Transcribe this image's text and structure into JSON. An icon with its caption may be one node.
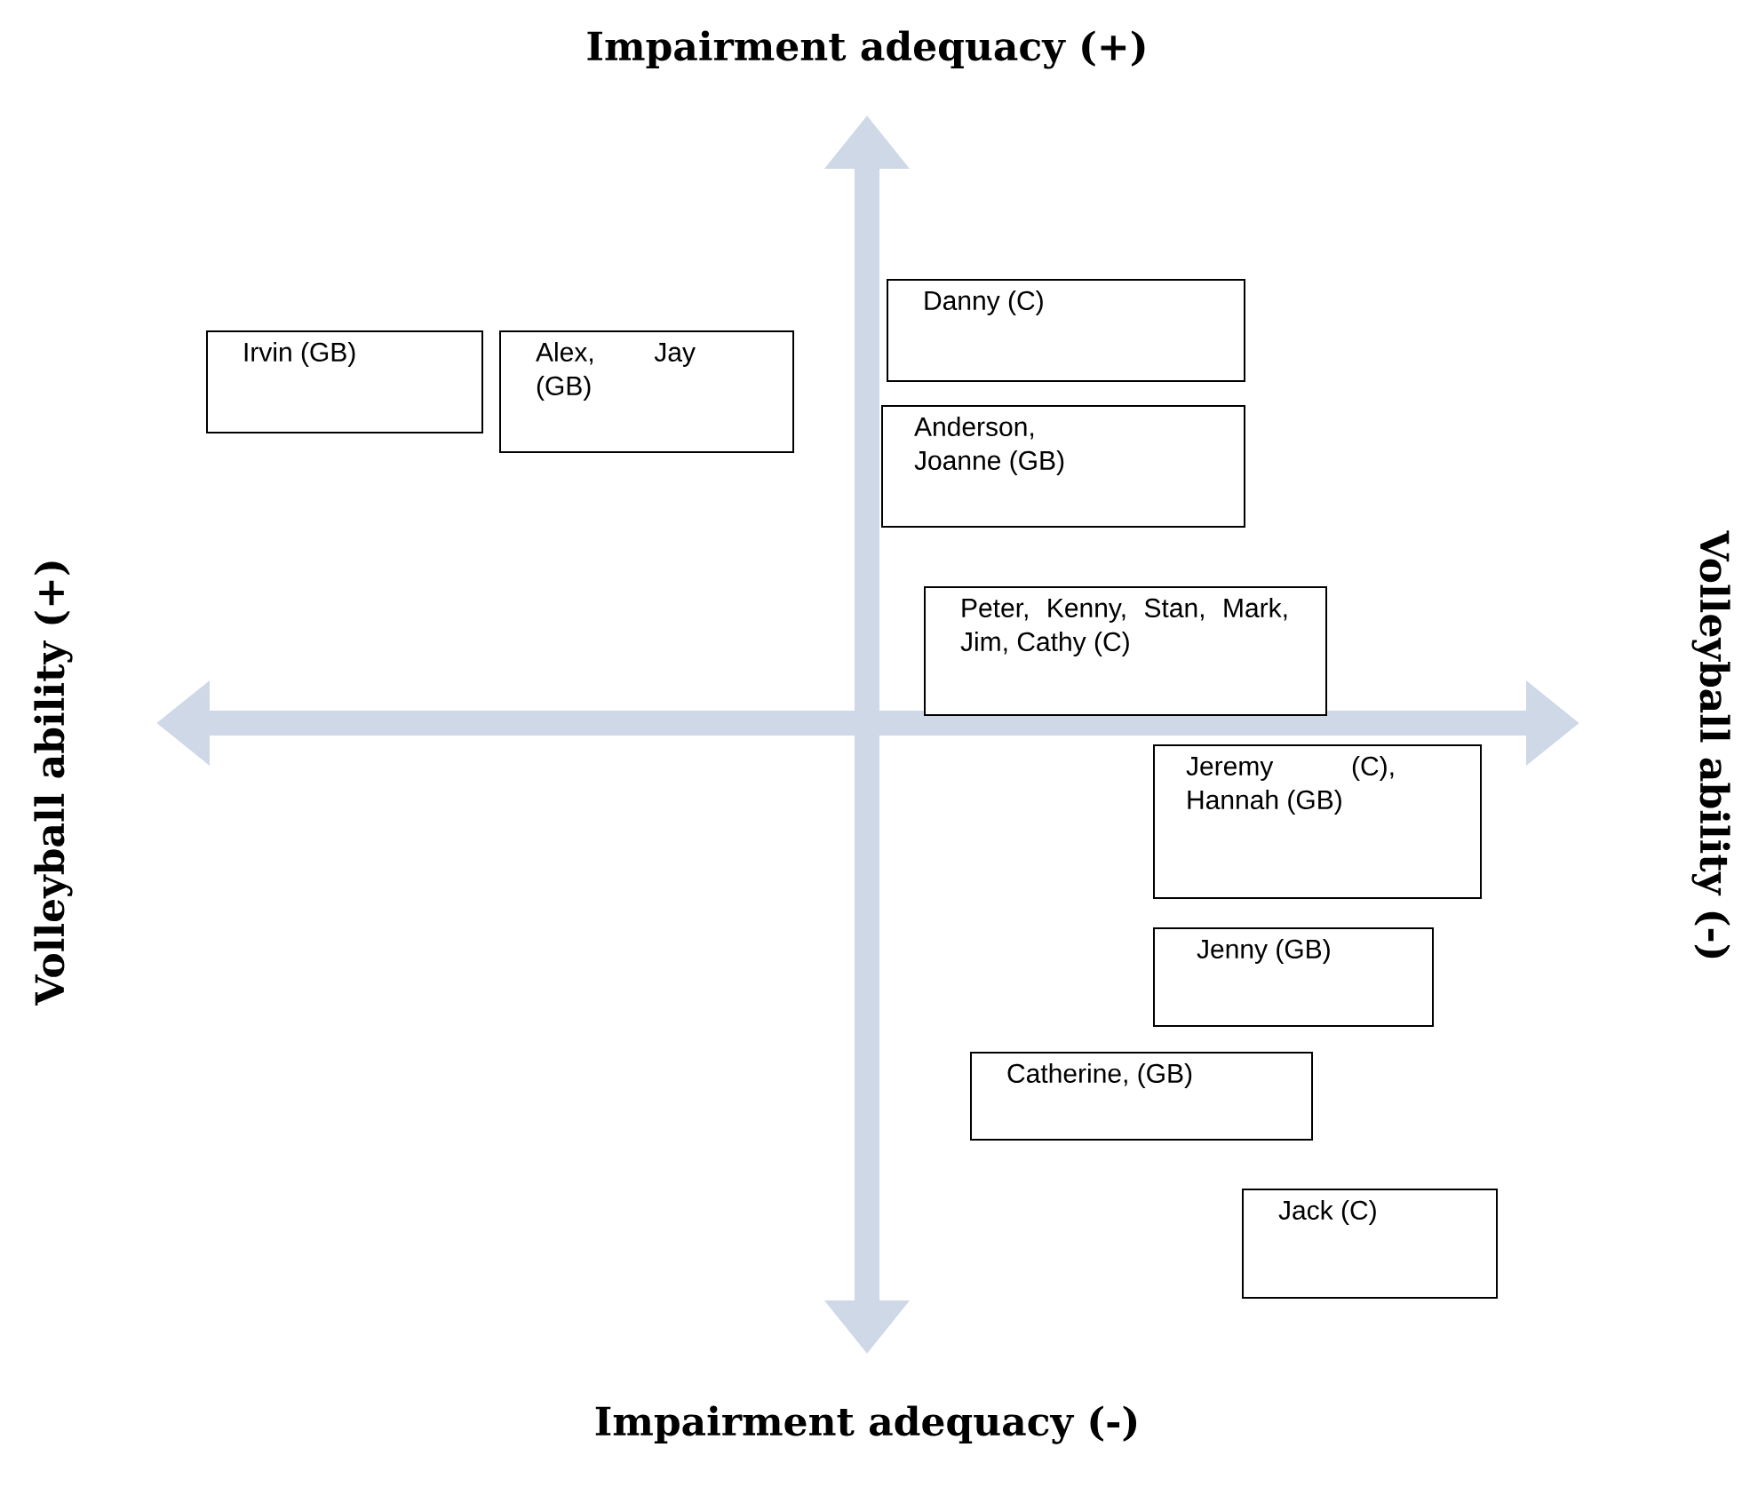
{
  "diagram": {
    "nodes": [
      {
        "text": [
          "Irvin (GB)"
        ]
      },
      {
        "text": [
          "Alex, Jay (GB)"
        ]
      },
      {
        "text": [
          "Danny (C)"
        ]
      },
      {
        "text": [
          "Anderson, Joanne (GB)"
        ]
      },
      {
        "text": [
          "Peter, Kenny, Stan, Mark, Jim, Cathy (C)"
        ]
      },
      {
        "text": [
          "Jeremy (C), Hannah (GB)"
        ]
      },
      {
        "text": [
          "Jenny (GB)"
        ]
      },
      {
        "text": [
          "Catherine, (GB)"
        ]
      },
      {
        "text": [
          "Jack (C)"
        ]
      }
    ],
    "labels": [
      "Impairment adequacy (+)",
      "Volleyball ability (+)",
      "Volleyball ability (-)",
      "Impairment adequacy (-)"
    ]
  }
}
